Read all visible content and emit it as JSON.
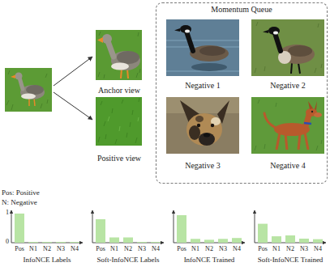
{
  "diagram": {
    "nodes": [
      {
        "text": [
          "Anchor view"
        ]
      },
      {
        "text": [
          "Positive view"
        ]
      },
      {
        "text": [
          "Momentum Queue"
        ]
      },
      {
        "text": [
          "Negative 1"
        ],
        "in": 2
      },
      {
        "text": [
          "Negative 2"
        ],
        "in": 2
      },
      {
        "text": [
          "Negative 3"
        ],
        "in": 2
      },
      {
        "text": [
          "Negative 4"
        ],
        "in": 2
      }
    ],
    "labels": [
      "Pos: Positive",
      "N: Negative",
      "1",
      "0",
      "Pos",
      "N1",
      "N2",
      "N3",
      "N4",
      "InfoNCE Labels",
      "Pos",
      "N1",
      "N2",
      "N3",
      "N4",
      "Soft-InfoNCE Labels",
      "Pos",
      "N1",
      "N2",
      "N3",
      "N4",
      "InfoNCE Trained",
      "Pos",
      "N1",
      "N2",
      "N3",
      "N4",
      "Soft-InfoNCE Trained"
    ]
  }
}
